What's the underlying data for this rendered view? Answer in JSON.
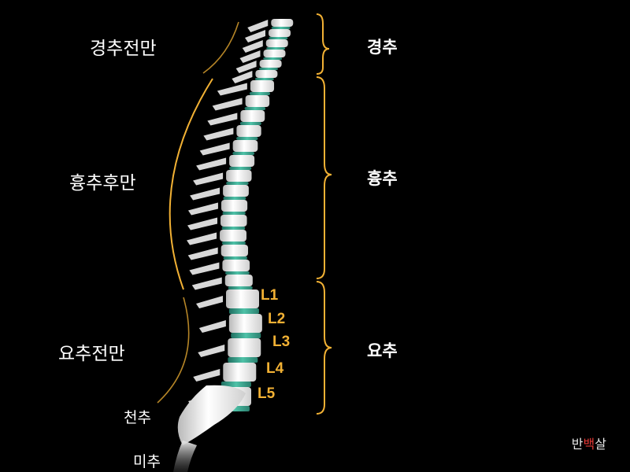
{
  "curves": {
    "cervical_lordosis": "경추전만",
    "thoracic_kyphosis": "흉추후만",
    "lumbar_lordosis": "요추전만"
  },
  "regions": {
    "cervical": "경추",
    "thoracic": "흉추",
    "lumbar": "요추",
    "sacrum": "천추",
    "coccyx": "미추"
  },
  "lumbar_vertebrae": [
    "L1",
    "L2",
    "L3",
    "L4",
    "L5"
  ],
  "brand": {
    "part1": "반",
    "part2": "백",
    "part3": "살"
  },
  "colors": {
    "background": "#000000",
    "accent": "#f2b134",
    "disc": "#3aa08c",
    "bone": "#f0f0f0",
    "brand_highlight": "#e53935"
  }
}
